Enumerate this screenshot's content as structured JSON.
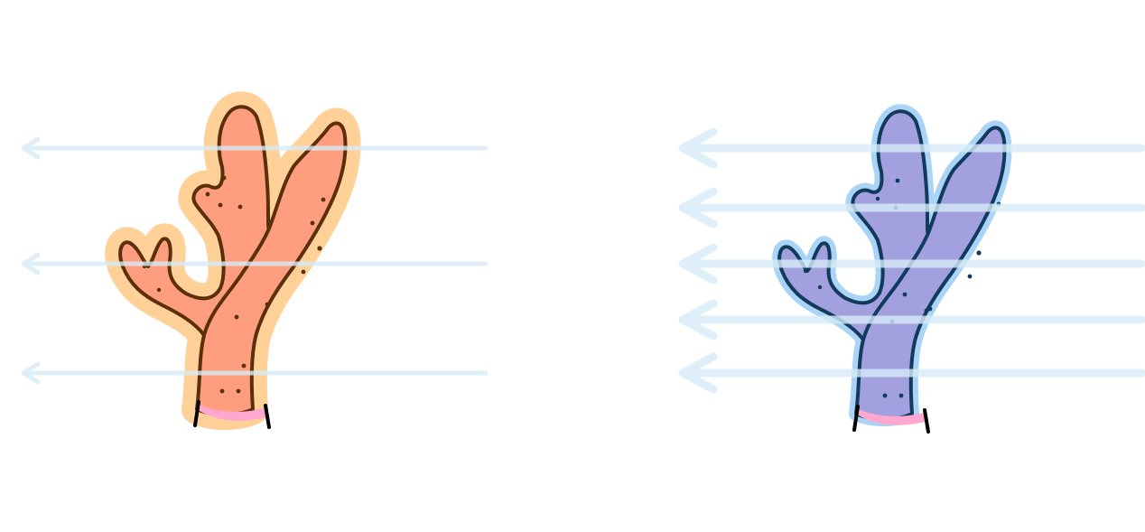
{
  "diagram": {
    "panels": [
      {
        "id": "left",
        "coral_fill": "#FF9E7E",
        "glow_color": "#FFD199",
        "outline_color": "#5A2F0A",
        "base_color": "#FFA8CF",
        "flow_arrow_count": 3,
        "flow_arrow_style": "thin"
      },
      {
        "id": "right",
        "coral_fill": "#A3A0E0",
        "glow_color": "#A9D4F7",
        "outline_color": "#123A5C",
        "base_color": "#FFA8CF",
        "flow_arrow_count": 5,
        "flow_arrow_style": "thick"
      }
    ],
    "arrow_color": "#D6ECF8",
    "arrow_direction": "left"
  }
}
